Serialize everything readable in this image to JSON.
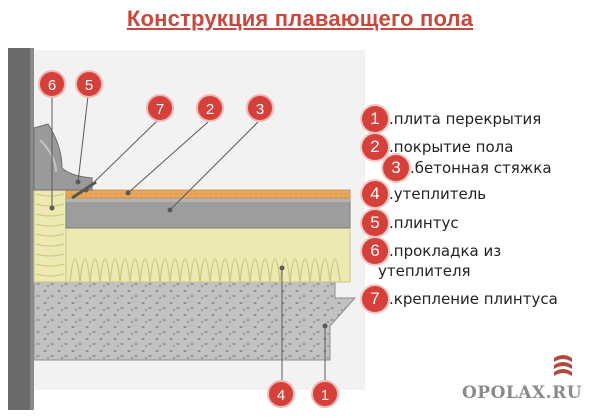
{
  "title": "Конструкция плавающего пола",
  "callouts": [
    {
      "num": "6"
    },
    {
      "num": "5"
    },
    {
      "num": "7"
    },
    {
      "num": "2"
    },
    {
      "num": "3"
    },
    {
      "num": "4"
    },
    {
      "num": "1"
    }
  ],
  "legend": [
    {
      "num": "1",
      "text": ".плита перекрытия"
    },
    {
      "num": "2",
      "text": ".покрытие пола"
    },
    {
      "num": "3",
      "text": ".бетонная стяжка"
    },
    {
      "num": "4",
      "text": ".утеплитель"
    },
    {
      "num": "5",
      "text": ".плинтус"
    },
    {
      "num": "6",
      "text": ".прокладка из",
      "text2": "утеплителя"
    },
    {
      "num": "7",
      "text": ".крепление плинтуса"
    }
  ],
  "watermark": "OPOLAX.RU",
  "colors": {
    "accent_red": "#d6403a",
    "title_red": "#c9473e",
    "insulation": "#ece9b3",
    "concrete": "#bcbcbc",
    "screed": "#9c9c9c",
    "wall": "#6e6e6e",
    "floor_cover": "#e7a65b"
  }
}
